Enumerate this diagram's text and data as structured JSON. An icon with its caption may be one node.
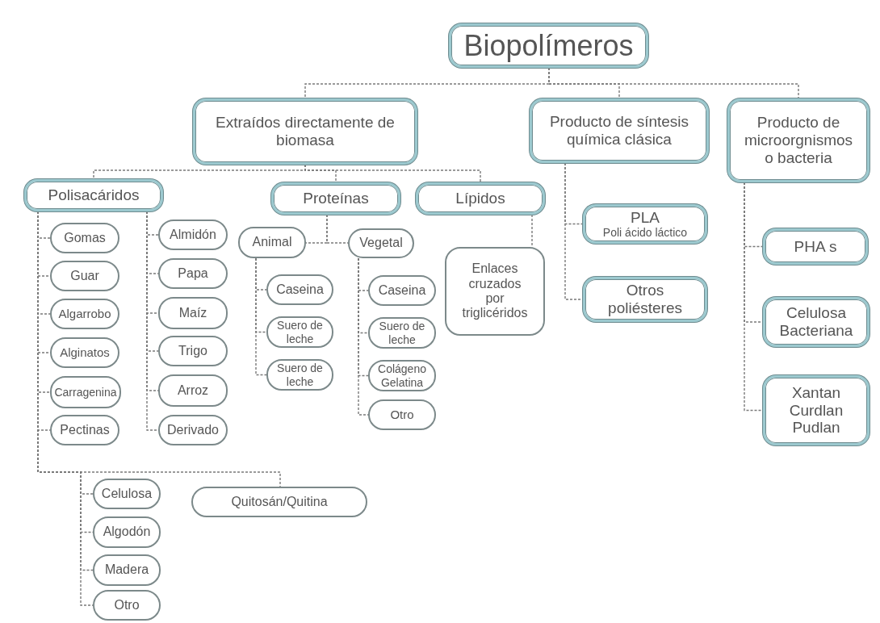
{
  "diagram": {
    "nodes": [
      {
        "text": [
          "Biopolímeros"
        ]
      },
      {
        "text": [
          "Extraídos directamente de biomasa"
        ]
      },
      {
        "text": [
          "Producto de síntesis química clásica"
        ]
      },
      {
        "text": [
          "Producto de microorgnismos o bacteria"
        ]
      },
      {
        "text": [
          "Polisacáridos"
        ]
      },
      {
        "text": [
          "Proteínas"
        ]
      },
      {
        "text": [
          "Lípidos"
        ]
      },
      {
        "text": [
          "Gomas"
        ]
      },
      {
        "text": [
          "Guar"
        ]
      },
      {
        "text": [
          "Algarrobo"
        ]
      },
      {
        "text": [
          "Alginatos"
        ]
      },
      {
        "text": [
          "Carragenina"
        ]
      },
      {
        "text": [
          "Pectinas"
        ]
      },
      {
        "text": [
          "Almidón"
        ]
      },
      {
        "text": [
          "Papa"
        ]
      },
      {
        "text": [
          "Maíz"
        ]
      },
      {
        "text": [
          "Trigo"
        ]
      },
      {
        "text": [
          "Arroz"
        ]
      },
      {
        "text": [
          "Derivado"
        ]
      },
      {
        "text": [
          "Animal"
        ]
      },
      {
        "text": [
          "Vegetal"
        ]
      },
      {
        "text": [
          "Caseina"
        ]
      },
      {
        "text": [
          "Suero de leche"
        ]
      },
      {
        "text": [
          "Suero de leche"
        ]
      },
      {
        "text": [
          "Caseina"
        ]
      },
      {
        "text": [
          "Suero de leche"
        ]
      },
      {
        "text": [
          "Colágeno Gelatina"
        ]
      },
      {
        "text": [
          "Otro"
        ]
      },
      {
        "text": [
          "Enlaces cruzados por triglicéridos"
        ]
      },
      {
        "text": [
          "PLA",
          "Poli ácido láctico"
        ]
      },
      {
        "text": [
          "Otros poliésteres"
        ]
      },
      {
        "text": [
          "PHA s"
        ]
      },
      {
        "text": [
          "Celulosa Bacteriana"
        ]
      },
      {
        "text": [
          "Xantan Curdlan Pudlan"
        ]
      },
      {
        "text": [
          "Celulosa"
        ]
      },
      {
        "text": [
          "Algodón"
        ]
      },
      {
        "text": [
          "Madera"
        ]
      },
      {
        "text": [
          "Otro"
        ]
      },
      {
        "text": [
          "Quitosán/Quitina"
        ]
      }
    ],
    "edges": [
      {
        "from": 0,
        "to": 1,
        "arrow": "none"
      },
      {
        "from": 0,
        "to": 2,
        "arrow": "none"
      },
      {
        "from": 0,
        "to": 3,
        "arrow": "none"
      },
      {
        "from": 1,
        "to": 4,
        "arrow": "none"
      },
      {
        "from": 1,
        "to": 5,
        "arrow": "none"
      },
      {
        "from": 1,
        "to": 6,
        "arrow": "none"
      },
      {
        "from": 4,
        "to": 7,
        "arrow": "none"
      },
      {
        "from": 4,
        "to": 8,
        "arrow": "none"
      },
      {
        "from": 4,
        "to": 9,
        "arrow": "none"
      },
      {
        "from": 4,
        "to": 10,
        "arrow": "none"
      },
      {
        "from": 4,
        "to": 11,
        "arrow": "none"
      },
      {
        "from": 4,
        "to": 12,
        "arrow": "none"
      },
      {
        "from": 4,
        "to": 13,
        "arrow": "none"
      },
      {
        "from": 4,
        "to": 14,
        "arrow": "none"
      },
      {
        "from": 4,
        "to": 15,
        "arrow": "none"
      },
      {
        "from": 4,
        "to": 16,
        "arrow": "none"
      },
      {
        "from": 4,
        "to": 17,
        "arrow": "none"
      },
      {
        "from": 4,
        "to": 18,
        "arrow": "none"
      },
      {
        "from": 5,
        "to": 19,
        "arrow": "none"
      },
      {
        "from": 5,
        "to": 20,
        "arrow": "none"
      },
      {
        "from": 19,
        "to": 21,
        "arrow": "none"
      },
      {
        "from": 19,
        "to": 22,
        "arrow": "none"
      },
      {
        "from": 19,
        "to": 23,
        "arrow": "none"
      },
      {
        "from": 20,
        "to": 24,
        "arrow": "none"
      },
      {
        "from": 20,
        "to": 25,
        "arrow": "none"
      },
      {
        "from": 20,
        "to": 26,
        "arrow": "none"
      },
      {
        "from": 20,
        "to": 27,
        "arrow": "none"
      },
      {
        "from": 6,
        "to": 28,
        "arrow": "none"
      },
      {
        "from": 2,
        "to": 29,
        "arrow": "none"
      },
      {
        "from": 2,
        "to": 30,
        "arrow": "none"
      },
      {
        "from": 3,
        "to": 31,
        "arrow": "none"
      },
      {
        "from": 3,
        "to": 32,
        "arrow": "none"
      },
      {
        "from": 3,
        "to": 33,
        "arrow": "none"
      },
      {
        "from": 4,
        "to": 34,
        "arrow": "none"
      },
      {
        "from": 4,
        "to": 35,
        "arrow": "none"
      },
      {
        "from": 4,
        "to": 36,
        "arrow": "none"
      },
      {
        "from": 4,
        "to": 37,
        "arrow": "none"
      },
      {
        "from": 4,
        "to": 38,
        "arrow": "none"
      }
    ]
  }
}
